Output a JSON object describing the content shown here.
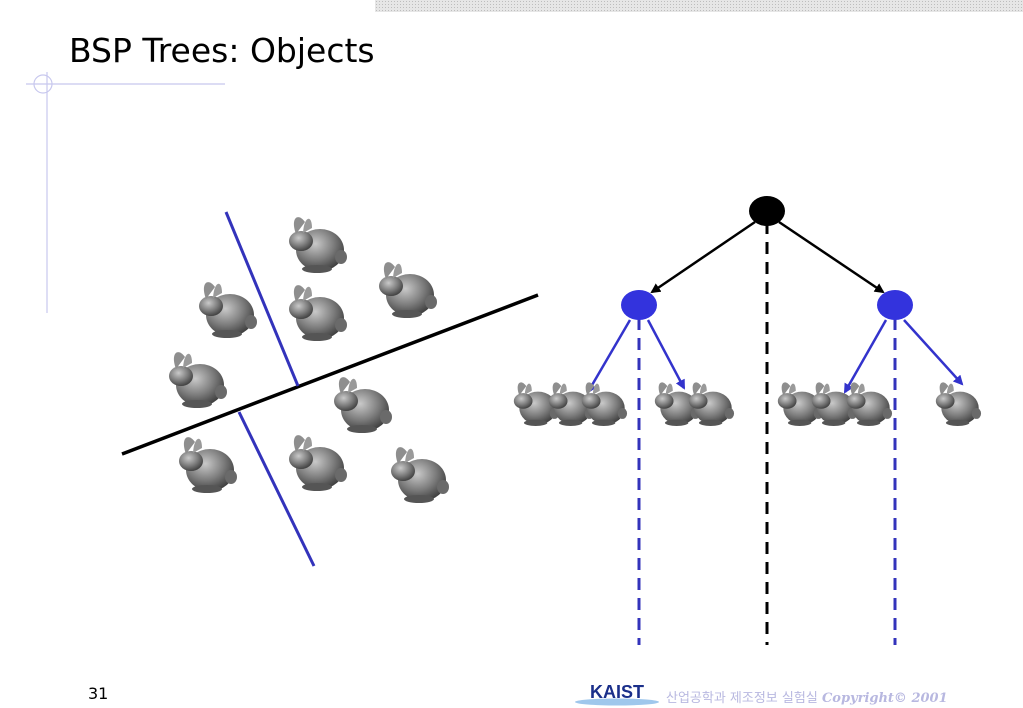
{
  "slide": {
    "title": "BSP Trees: Objects",
    "page_number": "31"
  },
  "footer": {
    "logo_text": "KAIST",
    "department": "산업공학과 제조정보 실험실",
    "copyright": "Copyright© 2001"
  },
  "icons": {
    "object": "bunny-icon"
  },
  "colors": {
    "root_node": "#000000",
    "child_node": "#3333dd",
    "split_line_primary": "#000000",
    "split_line_secondary": "#3333bb",
    "accent_decor": "#c8c8ee"
  }
}
